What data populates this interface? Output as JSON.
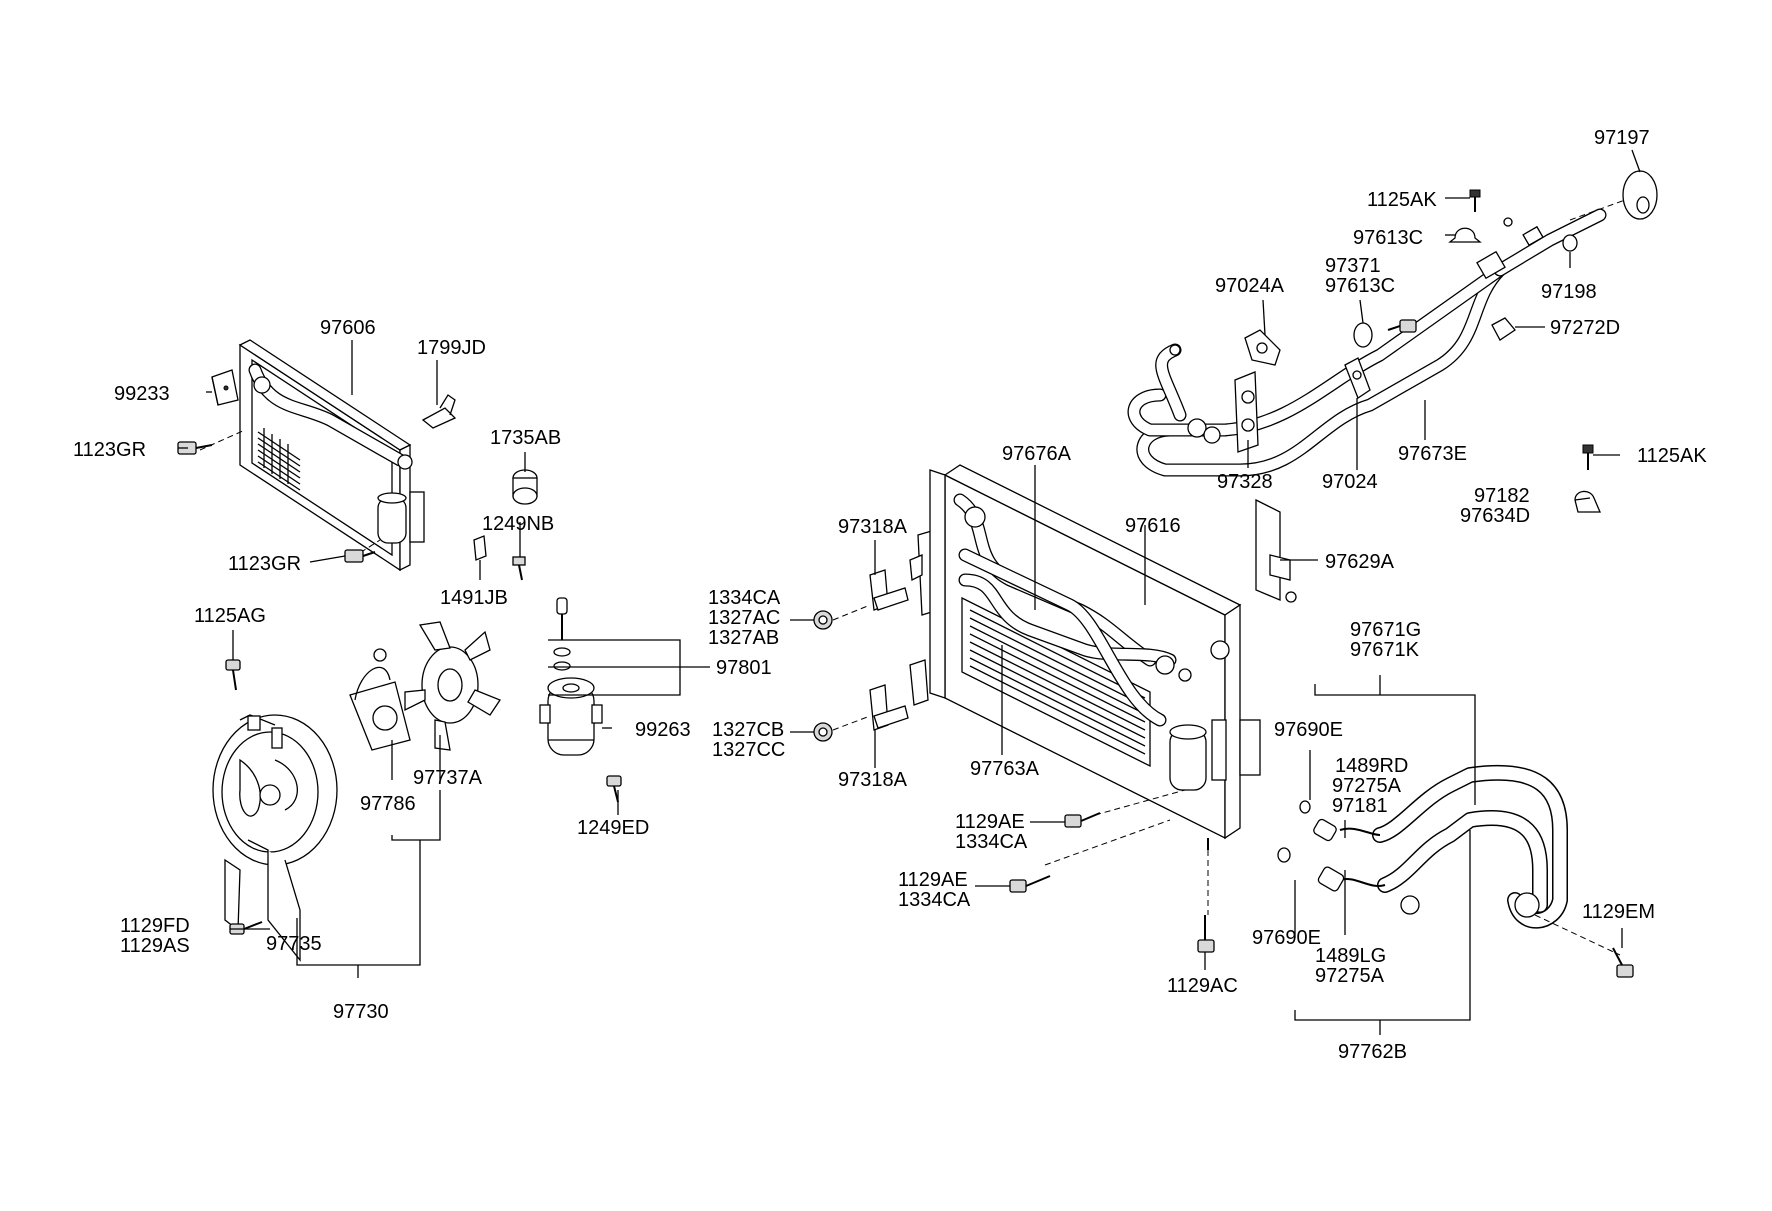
{
  "labels": {
    "l97606": "97606",
    "l1799JD": "1799JD",
    "l99233": "99233",
    "l1123GR_a": "1123GR",
    "l1735AB": "1735AB",
    "l1249NB": "1249NB",
    "l1123GR_b": "1123GR",
    "l1491JB": "1491JB",
    "l1125AG": "1125AG",
    "l97801": "97801",
    "l99263": "99263",
    "l97786": "97786",
    "l97737A": "97737A",
    "l1249ED": "1249ED",
    "l1129FD": "1129FD",
    "l1129AS": "1129AS",
    "l97735": "97735",
    "l97730": "97730",
    "l97318A_a": "97318A",
    "l1334CA_a": "1334CA",
    "l1327AC": "1327AC",
    "l1327AB": "1327AB",
    "l1327CB": "1327CB",
    "l1327CC": "1327CC",
    "l97318A_b": "97318A",
    "l97676A": "97676A",
    "l97616": "97616",
    "l97763A": "97763A",
    "l1129AE_a": "1129AE",
    "l1334CA_b": "1334CA",
    "l1129AE_b": "1129AE",
    "l1334CA_c": "1334CA",
    "l1129AC": "1129AC",
    "l97197": "97197",
    "l1125AK_a": "1125AK",
    "l97613C_a": "97613C",
    "l97371": "97371",
    "l97613C_b": "97613C",
    "l97024A": "97024A",
    "l97198": "97198",
    "l97272D": "97272D",
    "l97328": "97328",
    "l97024": "97024",
    "l97673E": "97673E",
    "l1125AK_b": "1125AK",
    "l97182": "97182",
    "l97634D": "97634D",
    "l97629A": "97629A",
    "l97671G": "97671G",
    "l97671K": "97671K",
    "l97690E_a": "97690E",
    "l1489RD": "1489RD",
    "l97275A_a": "97275A",
    "l97181": "97181",
    "l1129EM": "1129EM",
    "l97690E_b": "97690E",
    "l1489LG": "1489LG",
    "l97275A_b": "97275A",
    "l97762B": "97762B"
  }
}
